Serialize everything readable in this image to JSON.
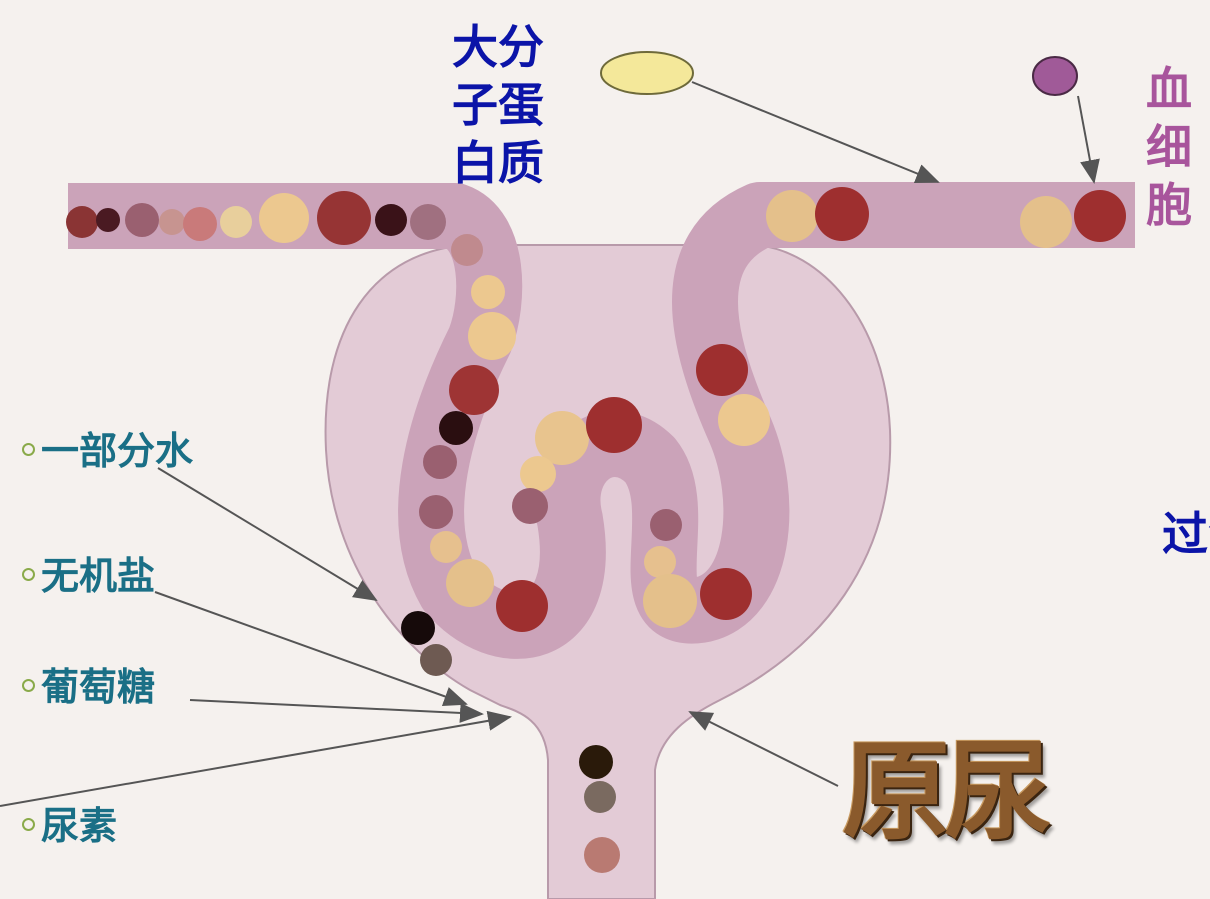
{
  "labels": {
    "protein": "大分子蛋白质",
    "blood_cells": "血细胞",
    "cutoff": "过滤原",
    "primary_urine": "原尿"
  },
  "filtered_items": [
    {
      "label": "一部分水"
    },
    {
      "label": "无机盐"
    },
    {
      "label": "葡萄糖"
    },
    {
      "label": "尿素"
    }
  ],
  "colors": {
    "vessel": "#cba3b9",
    "capsule": "#e3cbd6",
    "background": "#f5f1ee",
    "label_blue": "#0b14a8",
    "label_purple": "#a8559c",
    "item_teal": "#1a6f86"
  }
}
